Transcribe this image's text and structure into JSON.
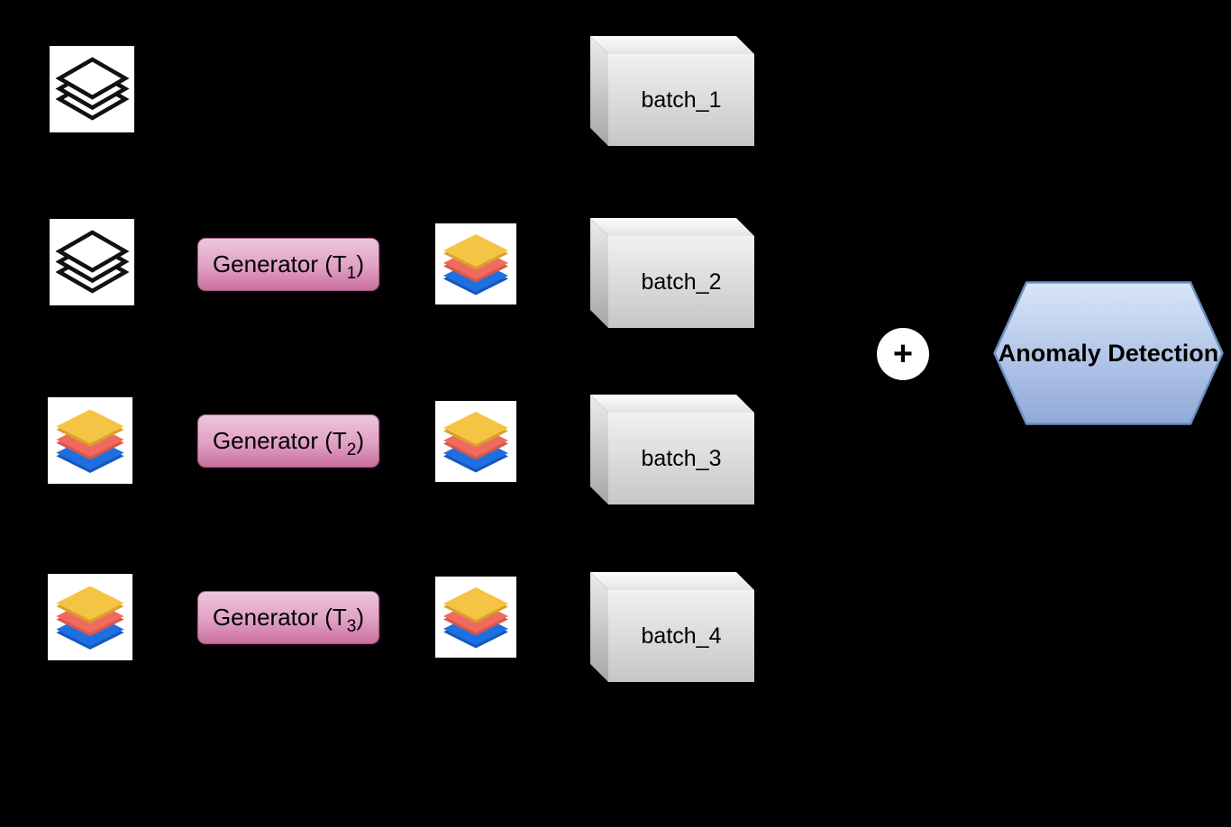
{
  "canvas": {
    "background": "#000000"
  },
  "rows": [
    {
      "input_icon": "layers-outline",
      "generator": null,
      "output_icon": null,
      "batch_label": "batch_1"
    },
    {
      "input_icon": "layers-outline",
      "generator": {
        "prefix": "Generator (T",
        "sub": "1",
        "suffix": ")"
      },
      "output_icon": "layers-colored",
      "batch_label": "batch_2"
    },
    {
      "input_icon": "layers-colored",
      "generator": {
        "prefix": "Generator (T",
        "sub": "2",
        "suffix": ")"
      },
      "output_icon": "layers-colored",
      "batch_label": "batch_3"
    },
    {
      "input_icon": "layers-colored",
      "generator": {
        "prefix": "Generator (T",
        "sub": "3",
        "suffix": ")"
      },
      "output_icon": "layers-colored",
      "batch_label": "batch_4"
    }
  ],
  "aggregator": {
    "symbol": "+"
  },
  "output_node": {
    "label": "Anomaly Detection"
  },
  "colors": {
    "background": "#000000",
    "generator_fill_top": "#eec6dc",
    "generator_fill_bottom": "#cb6f9e",
    "generator_border": "#9e5d85",
    "cube_front_top": "#f1f1f1",
    "cube_front_bottom": "#c6c6c6",
    "hexagon_fill_top": "#d9e6f8",
    "hexagon_fill_bottom": "#90a9d9",
    "hexagon_border": "#6c8ebf",
    "layer_yellow": "#f6c445",
    "layer_red": "#f06b5e",
    "layer_blue": "#1e70e2"
  }
}
